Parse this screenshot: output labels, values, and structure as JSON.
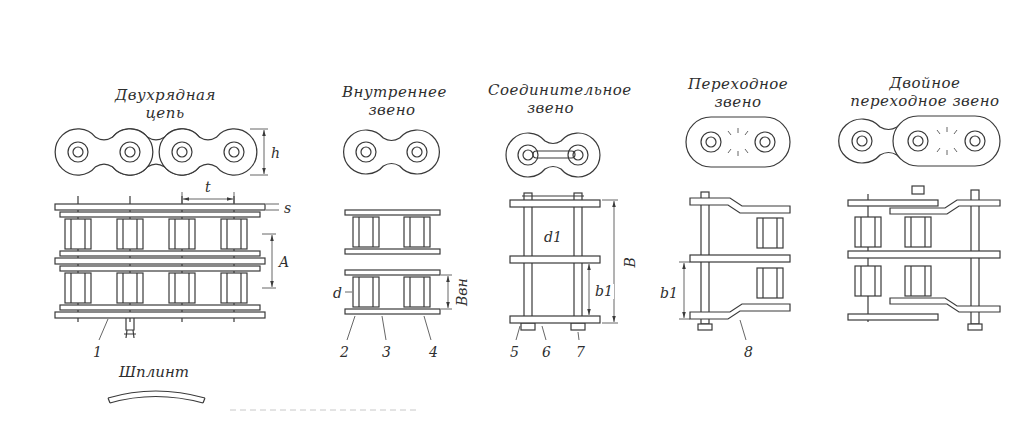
{
  "diagram": {
    "labels": [
      "Двухрядная цепь",
      "Внутреннее звено",
      "Соединительное звено",
      "Переходное звено",
      "Двойное переходное звено",
      "h",
      "t",
      "s",
      "A",
      "d",
      "Bвн",
      "d1",
      "B",
      "b1",
      "b1",
      "1",
      "2",
      "3",
      "4",
      "5",
      "6",
      "7",
      "8",
      "Шплинт"
    ]
  }
}
